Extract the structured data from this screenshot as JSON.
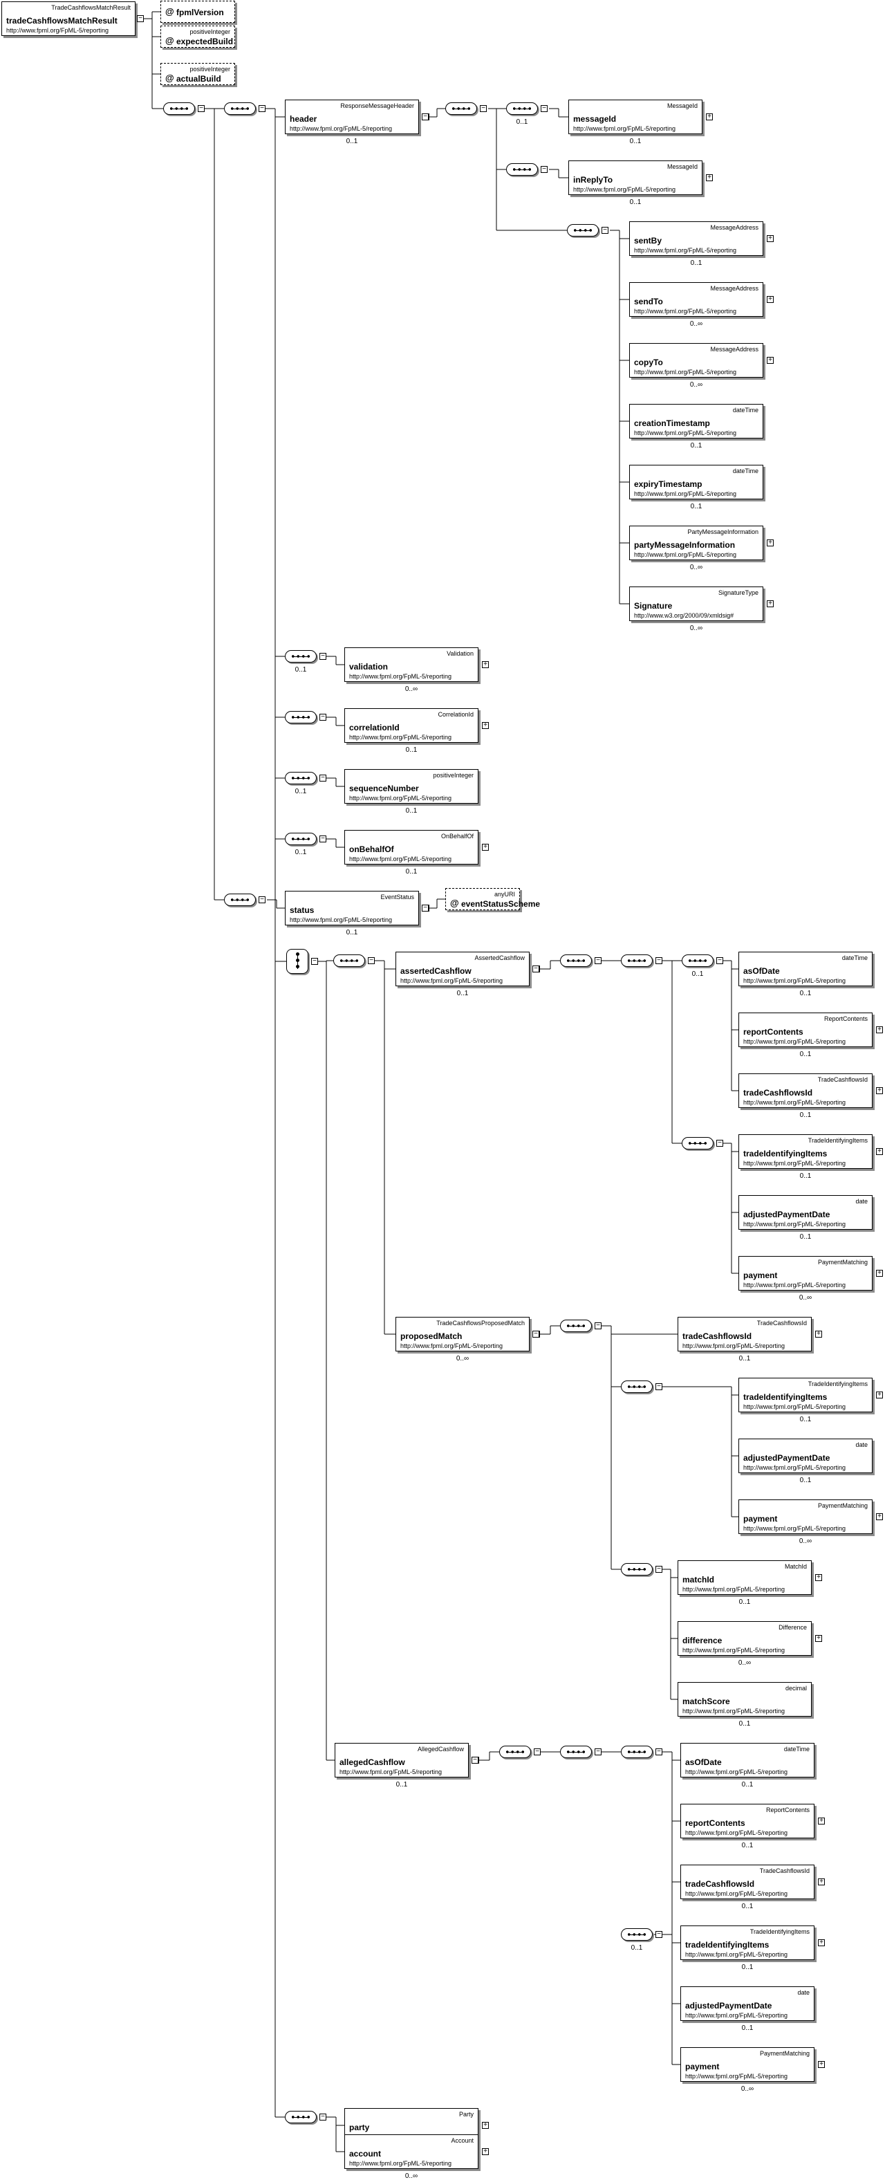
{
  "root": {
    "type": "TradeCashflowsMatchResult",
    "name": "tradeCashflowsMatchResult",
    "ns": "http://www.fpml.org/FpML-5/reporting"
  },
  "attributes": {
    "fpmlVersion": {
      "at": "@",
      "name": "fpmlVersion"
    },
    "expectedBuild": {
      "type": "positiveInteger",
      "at": "@",
      "name": "expectedBuild"
    },
    "actualBuild": {
      "type": "positiveInteger",
      "at": "@",
      "name": "actualBuild"
    },
    "eventStatusScheme": {
      "type": "anyURI",
      "at": "@",
      "name": "eventStatusScheme"
    }
  },
  "elements": {
    "header": {
      "type": "ResponseMessageHeader",
      "name": "header",
      "ns": "http://www.fpml.org/FpML-5/reporting",
      "occ": "0..1"
    },
    "messageId": {
      "type": "MessageId",
      "name": "messageId",
      "ns": "http://www.fpml.org/FpML-5/reporting",
      "occ": "0..1"
    },
    "inReplyTo": {
      "type": "MessageId",
      "name": "inReplyTo",
      "ns": "http://www.fpml.org/FpML-5/reporting",
      "occ": "0..1"
    },
    "sentBy": {
      "type": "MessageAddress",
      "name": "sentBy",
      "ns": "http://www.fpml.org/FpML-5/reporting",
      "occ": "0..1"
    },
    "sendTo": {
      "type": "MessageAddress",
      "name": "sendTo",
      "ns": "http://www.fpml.org/FpML-5/reporting",
      "occ": "0..∞"
    },
    "copyTo": {
      "type": "MessageAddress",
      "name": "copyTo",
      "ns": "http://www.fpml.org/FpML-5/reporting",
      "occ": "0..∞"
    },
    "creationTimestamp": {
      "type": "dateTime",
      "name": "creationTimestamp",
      "ns": "http://www.fpml.org/FpML-5/reporting",
      "occ": "0..1"
    },
    "expiryTimestamp": {
      "type": "dateTime",
      "name": "expiryTimestamp",
      "ns": "http://www.fpml.org/FpML-5/reporting",
      "occ": "0..1"
    },
    "partyMessageInformation": {
      "type": "PartyMessageInformation",
      "name": "partyMessageInformation",
      "ns": "http://www.fpml.org/FpML-5/reporting",
      "occ": "0..∞"
    },
    "signature": {
      "type": "SignatureType",
      "name": "Signature",
      "ns": "http://www.w3.org/2000/09/xmldsig#",
      "occ": "0..∞"
    },
    "validation": {
      "type": "Validation",
      "name": "validation",
      "ns": "http://www.fpml.org/FpML-5/reporting",
      "occ": "0..∞"
    },
    "correlationId": {
      "type": "CorrelationId",
      "name": "correlationId",
      "ns": "http://www.fpml.org/FpML-5/reporting",
      "occ": "0..1"
    },
    "sequenceNumber": {
      "type": "positiveInteger",
      "name": "sequenceNumber",
      "ns": "http://www.fpml.org/FpML-5/reporting",
      "occ": "0..1"
    },
    "onBehalfOf": {
      "type": "OnBehalfOf",
      "name": "onBehalfOf",
      "ns": "http://www.fpml.org/FpML-5/reporting",
      "occ": "0..1"
    },
    "status": {
      "type": "EventStatus",
      "name": "status",
      "ns": "http://www.fpml.org/FpML-5/reporting",
      "occ": "0..1"
    },
    "assertedCashflow": {
      "type": "AssertedCashflow",
      "name": "assertedCashflow",
      "ns": "http://www.fpml.org/FpML-5/reporting",
      "occ": "0..1"
    },
    "a_asOfDate": {
      "type": "dateTime",
      "name": "asOfDate",
      "ns": "http://www.fpml.org/FpML-5/reporting",
      "occ": "0..1"
    },
    "a_reportContents": {
      "type": "ReportContents",
      "name": "reportContents",
      "ns": "http://www.fpml.org/FpML-5/reporting",
      "occ": "0..1"
    },
    "a_tradeCashflowsId": {
      "type": "TradeCashflowsId",
      "name": "tradeCashflowsId",
      "ns": "http://www.fpml.org/FpML-5/reporting",
      "occ": "0..1"
    },
    "a_tradeIdentifyingItems": {
      "type": "TradeIdentifyingItems",
      "name": "tradeIdentifyingItems",
      "ns": "http://www.fpml.org/FpML-5/reporting",
      "occ": "0..1"
    },
    "a_adjustedPaymentDate": {
      "type": "date",
      "name": "adjustedPaymentDate",
      "ns": "http://www.fpml.org/FpML-5/reporting",
      "occ": "0..1"
    },
    "a_payment": {
      "type": "PaymentMatching",
      "name": "payment",
      "ns": "http://www.fpml.org/FpML-5/reporting",
      "occ": "0..∞"
    },
    "proposedMatch": {
      "type": "TradeCashflowsProposedMatch",
      "name": "proposedMatch",
      "ns": "http://www.fpml.org/FpML-5/reporting",
      "occ": "0..∞"
    },
    "p_tradeCashflowsId": {
      "type": "TradeCashflowsId",
      "name": "tradeCashflowsId",
      "ns": "http://www.fpml.org/FpML-5/reporting",
      "occ": "0..1"
    },
    "p_tradeIdentifyingItems": {
      "type": "TradeIdentifyingItems",
      "name": "tradeIdentifyingItems",
      "ns": "http://www.fpml.org/FpML-5/reporting",
      "occ": "0..1"
    },
    "p_adjustedPaymentDate": {
      "type": "date",
      "name": "adjustedPaymentDate",
      "ns": "http://www.fpml.org/FpML-5/reporting",
      "occ": "0..1"
    },
    "p_payment": {
      "type": "PaymentMatching",
      "name": "payment",
      "ns": "http://www.fpml.org/FpML-5/reporting",
      "occ": "0..∞"
    },
    "matchId": {
      "type": "MatchId",
      "name": "matchId",
      "ns": "http://www.fpml.org/FpML-5/reporting",
      "occ": "0..1"
    },
    "difference": {
      "type": "Difference",
      "name": "difference",
      "ns": "http://www.fpml.org/FpML-5/reporting",
      "occ": "0..∞"
    },
    "matchScore": {
      "type": "decimal",
      "name": "matchScore",
      "ns": "http://www.fpml.org/FpML-5/reporting",
      "occ": "0..1"
    },
    "allegedCashflow": {
      "type": "AllegedCashflow",
      "name": "allegedCashflow",
      "ns": "http://www.fpml.org/FpML-5/reporting",
      "occ": "0..1"
    },
    "g_asOfDate": {
      "type": "dateTime",
      "name": "asOfDate",
      "ns": "http://www.fpml.org/FpML-5/reporting",
      "occ": "0..1"
    },
    "g_reportContents": {
      "type": "ReportContents",
      "name": "reportContents",
      "ns": "http://www.fpml.org/FpML-5/reporting",
      "occ": "0..1"
    },
    "g_tradeCashflowsId": {
      "type": "TradeCashflowsId",
      "name": "tradeCashflowsId",
      "ns": "http://www.fpml.org/FpML-5/reporting",
      "occ": "0..1"
    },
    "g_tradeIdentifyingItems": {
      "type": "TradeIdentifyingItems",
      "name": "tradeIdentifyingItems",
      "ns": "http://www.fpml.org/FpML-5/reporting",
      "occ": "0..1"
    },
    "g_adjustedPaymentDate": {
      "type": "date",
      "name": "adjustedPaymentDate",
      "ns": "http://www.fpml.org/FpML-5/reporting",
      "occ": "0..1"
    },
    "g_payment": {
      "type": "PaymentMatching",
      "name": "payment",
      "ns": "http://www.fpml.org/FpML-5/reporting",
      "occ": "0..∞"
    },
    "party": {
      "type": "Party",
      "name": "party",
      "ns": "http://www.fpml.org/FpML-5/reporting",
      "occ": "0..∞"
    },
    "account": {
      "type": "Account",
      "name": "account",
      "ns": "http://www.fpml.org/FpML-5/reporting",
      "occ": "0..∞"
    }
  },
  "compositors": {
    "headerSeq2": {
      "occ": "0..1"
    },
    "seqAsserted3": {
      "occ": "0..1"
    },
    "seqValidation": {
      "occ": "0..1"
    },
    "seqSequenceNumber": {
      "occ": "0..1"
    },
    "seqOnBehalfOf": {
      "occ": "0..1"
    },
    "seqAllegedIdentifying": {
      "occ": "0..1"
    }
  },
  "glyphs": {
    "collapse": "−",
    "expand": "+"
  }
}
